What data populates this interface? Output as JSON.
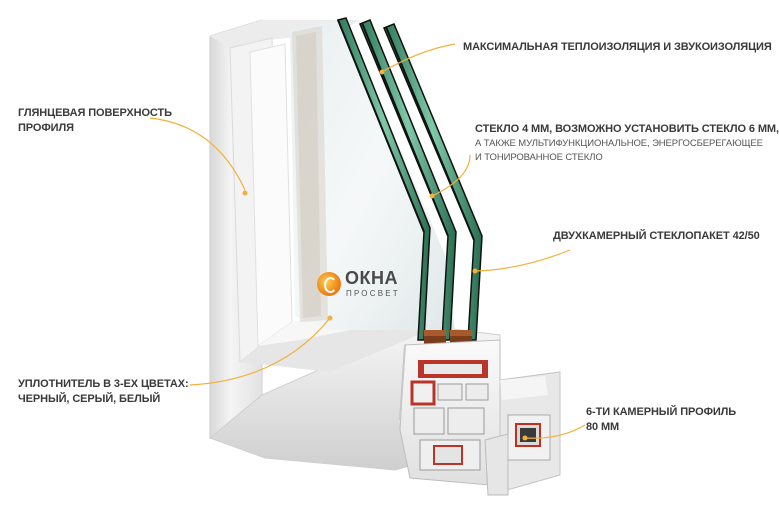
{
  "labels": {
    "insulation": "МАКСИМАЛЬНАЯ ТЕПЛОИЗОЛЯЦИЯ И ЗВУКОИЗОЛЯЦИЯ",
    "surface_line1": "ГЛЯНЦЕВАЯ ПОВЕРХНОСТЬ",
    "surface_line2": "ПРОФИЛЯ",
    "glass_title": "СТЕКЛО 4 ММ, ВОЗМОЖНО УСТАНОВИТЬ СТЕКЛО 6 ММ,",
    "glass_sub1": "А ТАКЖЕ МУЛЬТИФУНКЦИОНАЛЬНОЕ, ЭНЕРГОСБЕРЕГАЮЩЕЕ",
    "glass_sub2": "И ТОНИРОВАННОЕ СТЕКЛО",
    "unit": "ДВУХКАМЕРНЫЙ СТЕКЛОПАКЕТ 42/50",
    "seal_line1": "УПЛОТНИТЕЛЬ В 3-ЕХ ЦВЕТАХ:",
    "seal_line2": "ЧЕРНЫЙ, СЕРЫЙ, БЕЛЫЙ",
    "profile_line1": "6-ТИ КАМЕРНЫЙ ПРОФИЛЬ",
    "profile_line2": "80 ММ"
  },
  "logo": {
    "word": "ОКНА",
    "tagline": "ПРОСВЕТ"
  },
  "colors": {
    "leader": "#f2b13c",
    "text": "#3a3a3a",
    "accent": "#f08a1a",
    "seal": "#c03020"
  }
}
